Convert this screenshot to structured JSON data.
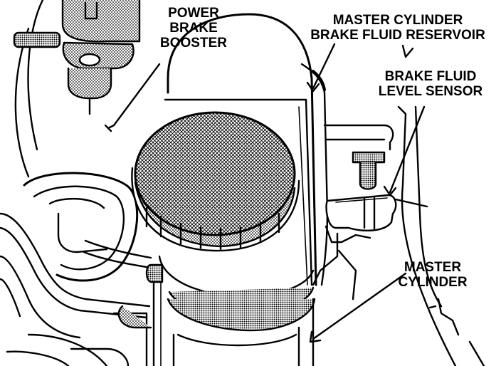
{
  "labels": {
    "power_brake_booster": [
      "POWER",
      "BRAKE",
      "BOOSTER"
    ],
    "reservoir": [
      "MASTER CYLINDER",
      "BRAKE FLUID RESERVOIR"
    ],
    "level_sensor": [
      "BRAKE FLUID",
      "LEVEL SENSOR"
    ],
    "master_cylinder": [
      "MASTER",
      "CYLINDER"
    ]
  },
  "colors": {
    "ink": "#000000",
    "paper": "#ffffff",
    "shade": "#9a9a9a"
  }
}
